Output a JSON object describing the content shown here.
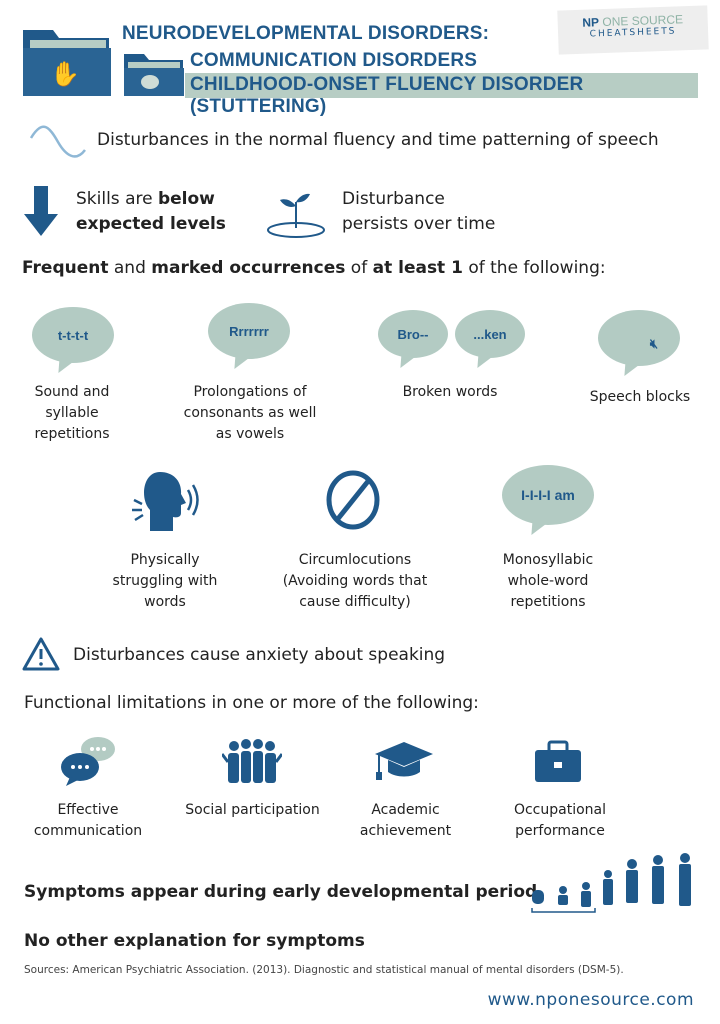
{
  "header": {
    "title1": "NEURODEVELOPMENTAL DISORDERS:",
    "title2": "COMMUNICATION DISORDERS",
    "title3": "CHILDHOOD-ONSET FLUENCY DISORDER (STUTTERING)",
    "logo_np": "NP",
    "logo_one": "ONE SOURCE",
    "logo_sub": "CHEATSHEETS"
  },
  "intro": "Disturbances in the normal fluency and time patterning of speech",
  "skills": {
    "pre": "Skills are ",
    "bold1": "below",
    "bold2": "expected levels"
  },
  "persist": {
    "line1": "Disturbance",
    "line2": "persists over time"
  },
  "frequent": {
    "b1": "Frequent",
    "t1": " and ",
    "b2": "marked occurrences",
    "t2": " of ",
    "b3": "at least 1",
    "t3": " of the following:"
  },
  "symptoms": [
    {
      "bubble": "t-t-t-t",
      "label": "Sound and syllable repetitions"
    },
    {
      "bubble": "Rrrrrrr",
      "label": "Prolongations of consonants as well as vowels"
    },
    {
      "bubble": "Bro--",
      "bubble2": "...ken",
      "label": "Broken words"
    },
    {
      "label": "Speech blocks"
    },
    {
      "label": "Physically struggling with words"
    },
    {
      "label": "Circumlocutions (Avoiding words that cause difficulty)"
    },
    {
      "bubble": "I-I-I-I am",
      "label": "Monosyllabic whole-word repetitions"
    }
  ],
  "anxiety": "Disturbances cause anxiety about speaking",
  "functional": {
    "heading": "Functional limitations in one or more of the following:",
    "items": [
      "Effective communication",
      "Social participation",
      "Academic achievement",
      "Occupational performance"
    ]
  },
  "onset": "Symptoms appear during early developmental period",
  "no_other": "No other explanation for symptoms",
  "sources": "Sources: American Psychiatric Association. (2013). Diagnostic and statistical manual of mental disorders (DSM-5).",
  "website": "www.nponesource.com"
}
